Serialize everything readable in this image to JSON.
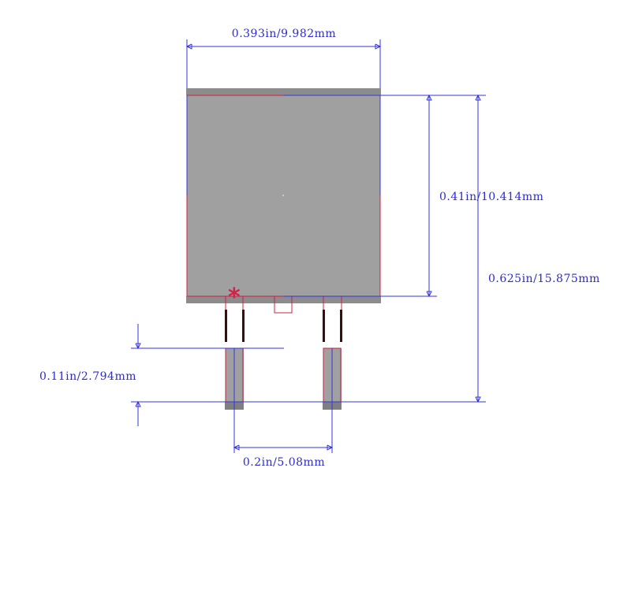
{
  "dimensions": {
    "body_width": "0.393in/9.982mm",
    "body_height": "0.41in/10.414mm",
    "overall_height": "0.625in/15.875mm",
    "lead_length": "0.11in/2.794mm",
    "lead_pitch": "0.2in/5.08mm"
  },
  "pin1_marker": "*",
  "colors": {
    "body_fill": "#a0a0a0",
    "body_band": "#8c8c8c",
    "outline_red": "#cc2244",
    "dimension_blue": "#3333dd",
    "lead_dark": "#3a0d10",
    "pad_fill": "#a0a0a0",
    "pad_band": "#7f7f7f",
    "marker_red": "#d6204a"
  }
}
